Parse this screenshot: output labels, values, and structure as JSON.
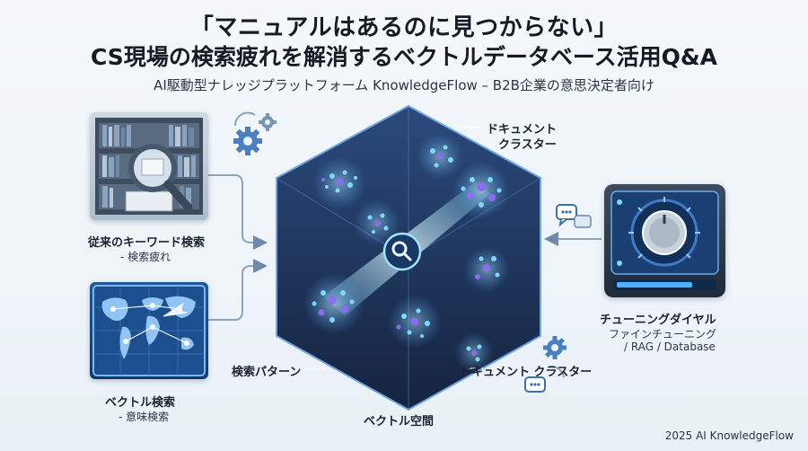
{
  "header": {
    "title_line1": "「マニュアルはあるのに見つからない」",
    "title_line2": "CS現場の検索疲れを解消するベクトルデータベース活用Q&A",
    "subtitle": "AI駆動型ナレッジプラットフォーム KnowledgeFlow – B2B企業の意思決定者向け"
  },
  "left_top": {
    "title": "従来のキーワード検索",
    "sub": "- 検索疲れ",
    "icon": "library-magnifier-icon"
  },
  "left_bottom": {
    "title": "ベクトル検索",
    "sub": "- 意味検索",
    "icon": "world-map-icon"
  },
  "right": {
    "title": "チューニングダイヤル",
    "sub1": "ファインチューニング",
    "sub2": "/ RAG / Database",
    "icon": "tuning-dial-icon"
  },
  "center": {
    "top_cluster_label_line1": "ドキュメント",
    "top_cluster_label_line2": "クラスター",
    "bottom_cluster_label": "ドキュメント クラスター",
    "search_pattern_label": "検索パターン",
    "space_label": "ベクトル空間"
  },
  "footer": {
    "credit": "2025 AI KnowledgeFlow"
  },
  "colors": {
    "accent": "#3a7bd5",
    "cube_dark": "#1b2c4c",
    "glow": "#7fd8ff",
    "node_purple": "#8a6df0"
  }
}
